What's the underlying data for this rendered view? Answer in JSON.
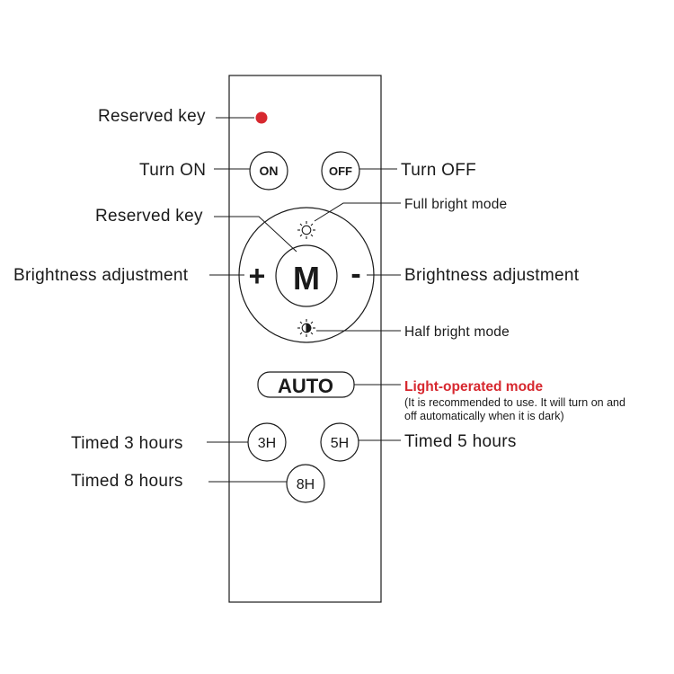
{
  "colors": {
    "reserved_dot": "#d7282f",
    "accent_label": "#d7282f",
    "line": "#1a1a1a"
  },
  "remote": {
    "buttons": {
      "on": "ON",
      "off": "OFF",
      "mode": "M",
      "plus": "+",
      "minus": "-",
      "auto": "AUTO",
      "timer_3h": "3H",
      "timer_5h": "5H",
      "timer_8h": "8H"
    },
    "icons": {
      "full_bright": "sun-icon",
      "half_bright": "half-sun-icon",
      "reserved": "red-dot-icon"
    }
  },
  "callouts": {
    "reserved_key_top": "Reserved key",
    "turn_on": "Turn ON",
    "turn_off": "Turn OFF",
    "reserved_key_mode": "Reserved key",
    "full_bright": "Full bright mode",
    "brightness_left": "Brightness adjustment",
    "brightness_right": "Brightness adjustment",
    "half_bright": "Half bright mode",
    "light_operated": "Light-operated mode",
    "light_note_1": "(It is recommended to use. It will turn on and",
    "light_note_2": "off automatically when it is dark)",
    "timed_3": "Timed 3 hours",
    "timed_5": "Timed 5 hours",
    "timed_8": "Timed 8 hours"
  }
}
